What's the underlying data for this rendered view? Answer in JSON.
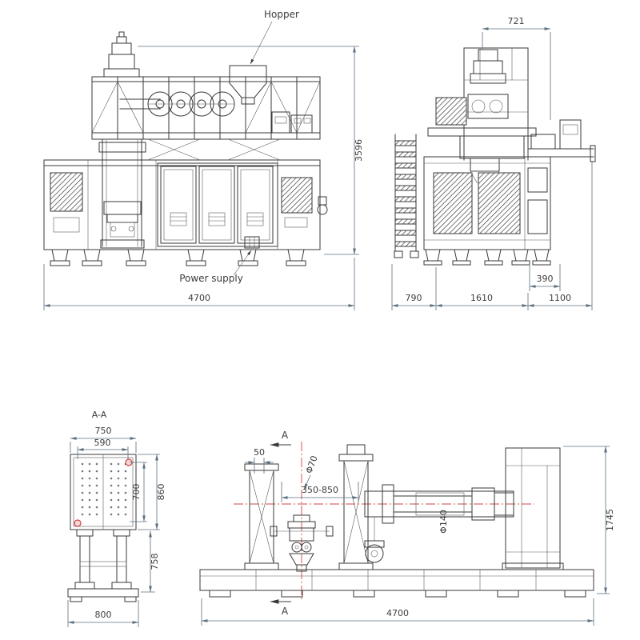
{
  "front_view": {
    "hopper_label": "Hopper",
    "power_supply_label": "Power supply",
    "dim_height": "3596",
    "dim_length": "4700"
  },
  "side_view": {
    "dim_top": "721",
    "dim_offset": "390",
    "dim_left": "790",
    "dim_mid": "1610",
    "dim_right": "1100"
  },
  "section_view": {
    "title": "A-A",
    "dim_outer_width": "750",
    "dim_inner_width": "590",
    "dim_inner_height": "700",
    "dim_outer_height": "860",
    "dim_leg_height": "758",
    "dim_base_width": "800"
  },
  "carriage_view": {
    "section_marker": "A",
    "dim_offset": "50",
    "dim_shaft_dia": "Φ70",
    "dim_stroke_range": "350-850",
    "dim_flange_dia": "Φ140",
    "dim_height": "1745",
    "dim_length": "4700"
  },
  "colors": {
    "line": "#3a3a3a",
    "dimension": "#5c7080",
    "accent_red": "#d04545"
  }
}
